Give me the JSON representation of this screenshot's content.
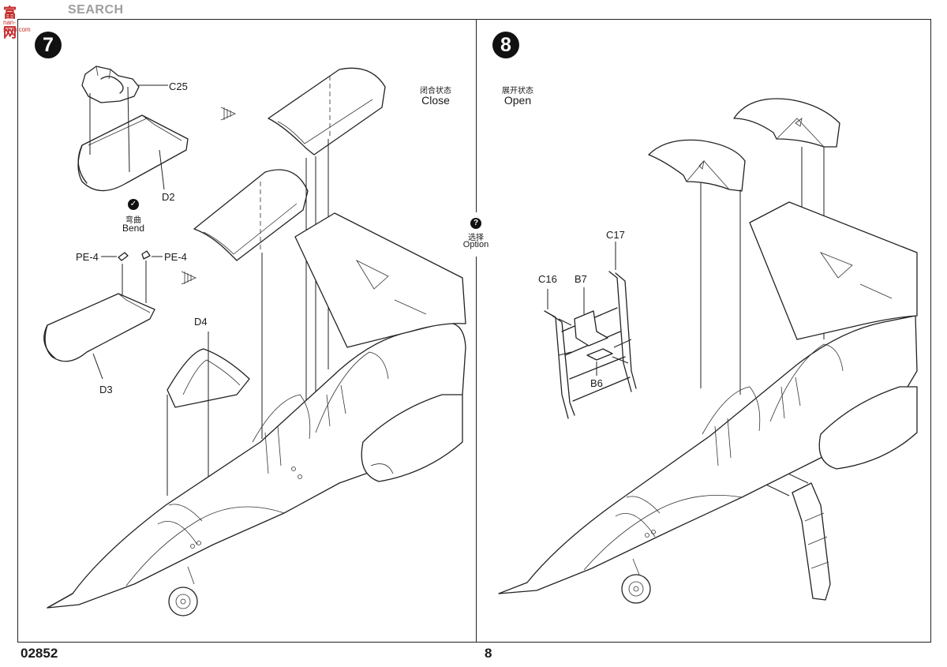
{
  "watermark": {
    "cn": "富",
    "cn2": "网",
    "en": "SEARCH",
    "url": "nan-shou.com"
  },
  "footer": {
    "product_code": "02852",
    "page_number": "8"
  },
  "step7": {
    "number": "7",
    "state_cn": "闭合状态",
    "state_en": "Close",
    "parts": {
      "c25": "C25",
      "d2": "D2",
      "pe4_left": "PE-4",
      "pe4_right": "PE-4",
      "d3": "D3",
      "d4": "D4"
    },
    "bend_cn": "弯曲",
    "bend_en": "Bend"
  },
  "step8": {
    "number": "8",
    "state_cn": "展开状态",
    "state_en": "Open",
    "parts": {
      "c17": "C17",
      "c16": "C16",
      "b7": "B7",
      "b6": "B6"
    }
  },
  "option": {
    "icon": "question-icon",
    "cn": "选择",
    "en": "Option",
    "glyph": "?"
  },
  "icons": {
    "bend": "bend-check-icon"
  },
  "colors": {
    "ink": "#1a1a1a",
    "watermark_red": "#c62828",
    "watermark_grey": "#9e9e9e"
  }
}
